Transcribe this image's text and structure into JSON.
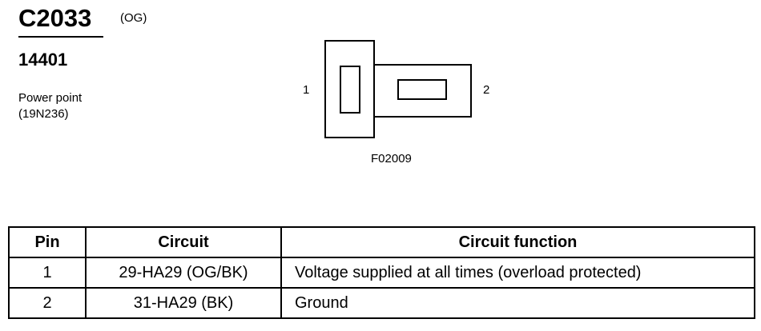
{
  "header": {
    "connector_id": "C2033",
    "connector_color": "(OG)",
    "part_number": "14401",
    "description_lines": [
      "Power point",
      "(19N236)"
    ]
  },
  "diagram": {
    "pin_labels": [
      "1",
      "2"
    ],
    "figure_code": "F02009"
  },
  "table": {
    "columns": [
      "Pin",
      "Circuit",
      "Circuit function"
    ],
    "rows": [
      {
        "pin": "1",
        "circuit": "29-HA29 (OG/BK)",
        "function": "Voltage supplied at all times (overload protected)"
      },
      {
        "pin": "2",
        "circuit": "31-HA29 (BK)",
        "function": "Ground"
      }
    ]
  }
}
